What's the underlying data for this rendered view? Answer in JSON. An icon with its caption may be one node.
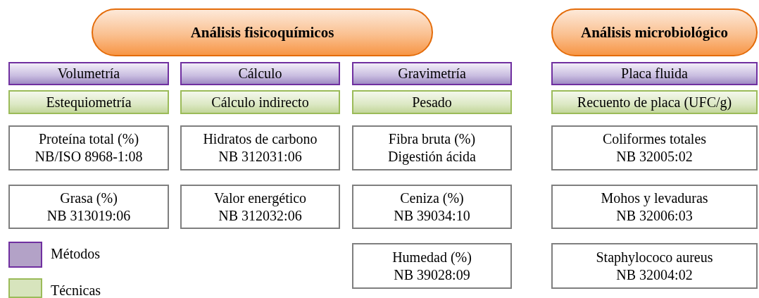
{
  "diagram": {
    "nodes": [
      {
        "text": [
          "Análisis fisicoquímicos"
        ]
      },
      {
        "text": [
          "Análisis microbiológico"
        ]
      },
      {
        "text": [
          "Volumetría"
        ]
      },
      {
        "text": [
          "Cálculo"
        ]
      },
      {
        "text": [
          "Gravimetría"
        ]
      },
      {
        "text": [
          "Placa fluida"
        ]
      },
      {
        "text": [
          "Estequiometría"
        ]
      },
      {
        "text": [
          "Cálculo indirecto"
        ]
      },
      {
        "text": [
          "Pesado"
        ]
      },
      {
        "text": [
          "Recuento de placa (UFC/g)"
        ]
      },
      {
        "text": [
          "Proteína total (%)",
          "NB/ISO 8968-1:08"
        ]
      },
      {
        "text": [
          "Hidratos de carbono",
          "NB 312031:06"
        ]
      },
      {
        "text": [
          "Fibra bruta (%)",
          "Digestión ácida"
        ]
      },
      {
        "text": [
          "Coliformes totales",
          "NB 32005:02"
        ]
      },
      {
        "text": [
          "Grasa (%)",
          "NB 313019:06"
        ]
      },
      {
        "text": [
          "Valor energético",
          "NB 312032:06"
        ]
      },
      {
        "text": [
          "Ceniza (%)",
          "NB 39034:10"
        ]
      },
      {
        "text": [
          "Mohos y levaduras",
          "NB 32006:03"
        ]
      },
      {
        "text": [
          "Humedad (%)",
          "NB 39028:09"
        ]
      },
      {
        "text": [
          "Staphylococo aureus",
          "NB 32004:02"
        ]
      }
    ],
    "legend": [
      {
        "text": "Métodos",
        "color": "#b3a2c7"
      },
      {
        "text": "Técnicas",
        "color": "#d7e4bd"
      }
    ]
  }
}
